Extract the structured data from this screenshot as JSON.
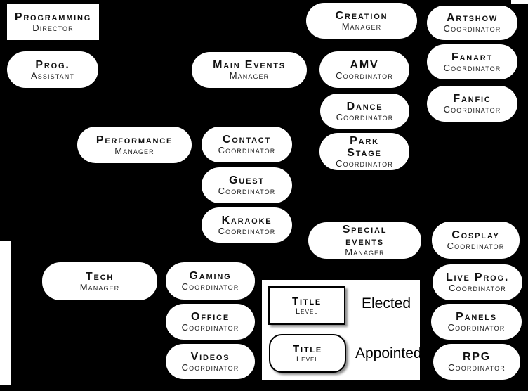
{
  "colors": {
    "background": "#000000",
    "node_fill": "#ffffff",
    "node_text": "#111111"
  },
  "nodes": {
    "programming_director": {
      "title": "Programming",
      "subtitle": "Director",
      "level": "elected"
    },
    "prog_assistant": {
      "title": "Prog.",
      "subtitle": "Assistant",
      "level": "appointed"
    },
    "creation_manager": {
      "title": "Creation",
      "subtitle": "Manager",
      "level": "appointed"
    },
    "artshow_coordinator": {
      "title": "Artshow",
      "subtitle": "Coordinator",
      "level": "appointed"
    },
    "fanart_coordinator": {
      "title": "Fanart",
      "subtitle": "Coordinator",
      "level": "appointed"
    },
    "fanfic_coordinator": {
      "title": "Fanfic",
      "subtitle": "Coordinator",
      "level": "appointed"
    },
    "main_events_manager": {
      "title": "Main Events",
      "subtitle": "Manager",
      "level": "appointed"
    },
    "amv_coordinator": {
      "title": "AMV",
      "subtitle": "Coordinator",
      "level": "appointed"
    },
    "dance_coordinator": {
      "title": "Dance",
      "subtitle": "Coordinator",
      "level": "appointed"
    },
    "park_stage_coordinator": {
      "title": "Park",
      "title2": "Stage",
      "subtitle": "Coordinator",
      "level": "appointed"
    },
    "performance_manager": {
      "title": "Performance",
      "subtitle": "Manager",
      "level": "appointed"
    },
    "contact_coordinator": {
      "title": "Contact",
      "subtitle": "Coordinator",
      "level": "appointed"
    },
    "guest_coordinator": {
      "title": "Guest",
      "subtitle": "Coordinator",
      "level": "appointed"
    },
    "karaoke_coordinator": {
      "title": "Karaoke",
      "subtitle": "Coordinator",
      "level": "appointed"
    },
    "special_events_manager": {
      "title": "Special",
      "title2": "events",
      "subtitle": "Manager",
      "level": "appointed"
    },
    "cosplay_coordinator": {
      "title": "Cosplay",
      "subtitle": "Coordinator",
      "level": "appointed"
    },
    "live_prog_coordinator": {
      "title": "Live Prog.",
      "subtitle": "Coordinator",
      "level": "appointed"
    },
    "panels_coordinator": {
      "title": "Panels",
      "subtitle": "Coordinator",
      "level": "appointed"
    },
    "rpg_coordinator": {
      "title": "RPG",
      "subtitle": "Coordinator",
      "level": "appointed"
    },
    "tech_manager": {
      "title": "Tech",
      "subtitle": "Manager",
      "level": "appointed"
    },
    "gaming_coordinator": {
      "title": "Gaming",
      "subtitle": "Coordinator",
      "level": "appointed"
    },
    "office_coordinator": {
      "title": "Office",
      "subtitle": "Coordinator",
      "level": "appointed"
    },
    "videos_coordinator": {
      "title": "Videos",
      "subtitle": "Coordinator",
      "level": "appointed"
    }
  },
  "legend": {
    "elected_sample": {
      "title": "Title",
      "subtitle": "Level"
    },
    "appointed_sample": {
      "title": "Title",
      "subtitle": "Level"
    },
    "elected_label": "Elected",
    "appointed_label": "Appointed"
  }
}
